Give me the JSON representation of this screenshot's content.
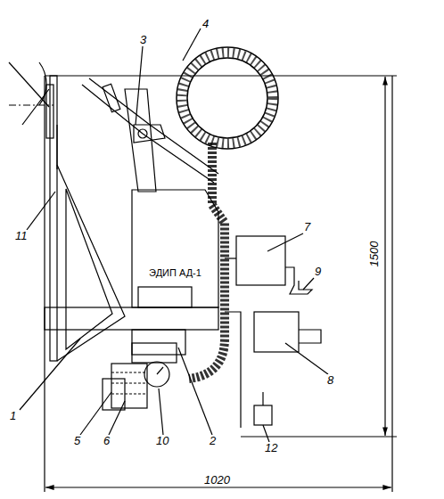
{
  "diagram": {
    "nodes": [
      {
        "text": [
          "ЭДИП АД-1"
        ]
      }
    ],
    "labels": [
      "3",
      "4",
      "11",
      "7",
      "9",
      "1500",
      "8",
      "1",
      "5",
      "6",
      "10",
      "2",
      "12",
      "1020"
    ]
  }
}
